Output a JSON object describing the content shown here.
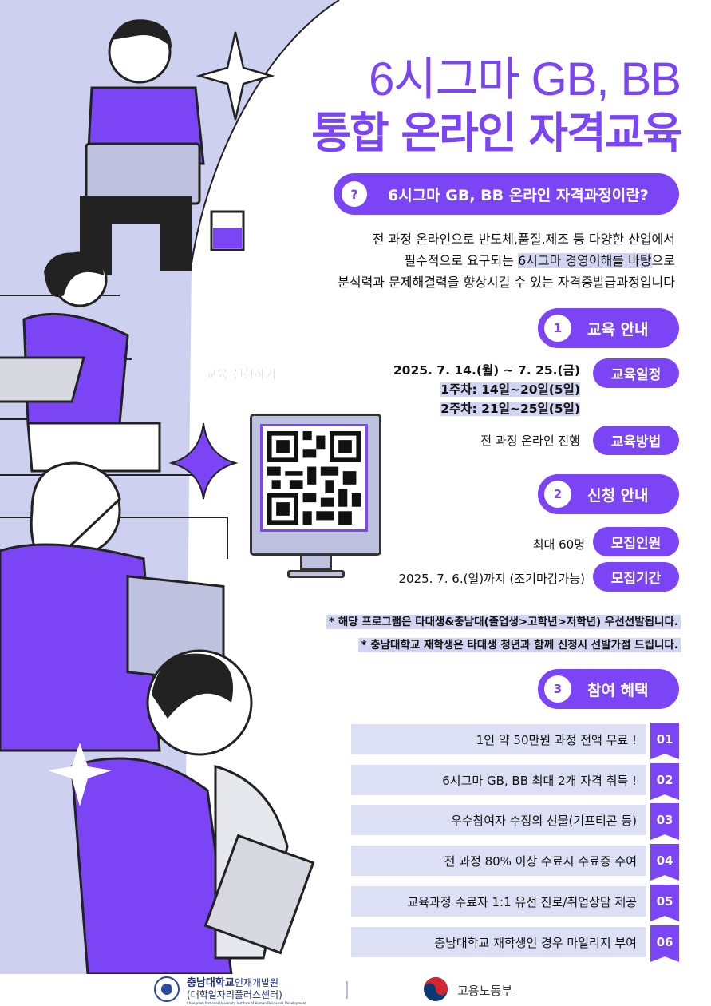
{
  "title": {
    "line1": "6시그마 GB, BB",
    "line2": "통합 온라인 자격교육"
  },
  "intro": {
    "badge_icon": "?",
    "heading": "6시그마 GB, BB 온라인 자격과정이란?",
    "line1": "전 과정 온라인으로 반도체,품질,제조 등 다양한 산업에서",
    "line2_pre": "필수적으로 요구되는 ",
    "line2_hl": "6시그마 경영이해를 바탕",
    "line2_post": "으로",
    "line3": "분석력과 문제해결력을 향상시킬 수 있는 자격증발급과정입니다"
  },
  "qr": {
    "label": "교육 신청하기"
  },
  "section1": {
    "number": "1",
    "title": "교육 안내",
    "schedule": {
      "tag": "교육일정",
      "line1": "2025. 7. 14.(월) ~ 7. 25.(금)",
      "line2": "1주차: 14일~20일(5일)",
      "line3": "2주차: 21일~25일(5일)"
    },
    "method": {
      "tag": "교육방법",
      "text": "전 과정 온라인 진행"
    }
  },
  "section2": {
    "number": "2",
    "title": "신청 안내",
    "capacity": {
      "tag": "모집인원",
      "text": "최대 60명"
    },
    "period": {
      "tag": "모집기간",
      "text": "2025. 7. 6.(일)까지 (조기마감가능)"
    }
  },
  "notes": [
    "* 해당 프로그램은 타대생&충남대(졸업생>고학년>저학년) 우선선발됩니다.",
    "* 충남대학교 재학생은 타대생 청년과 함께 신청시 선발가점 드립니다."
  ],
  "section3": {
    "number": "3",
    "title": "참여 혜택",
    "items": [
      {
        "num": "01",
        "text": "1인 약 50만원 과정 전액 무료 !"
      },
      {
        "num": "02",
        "text": "6시그마 GB, BB 최대 2개 자격 취득 !"
      },
      {
        "num": "03",
        "text": "우수참여자 수정의 선물(기프티콘 등)"
      },
      {
        "num": "04",
        "text": "전 과정 80% 이상 수료시 수료증 수여"
      },
      {
        "num": "05",
        "text": "교육과정 수료자 1:1 유선 진로/취업상담 제공"
      },
      {
        "num": "06",
        "text": "충남대학교 재학생인 경우 마일리지 부여"
      }
    ]
  },
  "footer": {
    "univ_name": "충남대학교",
    "univ_dept": "인재개발원",
    "univ_sub": "(대학일자리플러스센터)",
    "univ_eng": "Chungnam National University Institute of Human Resources Development",
    "ministry": "고용노동부"
  },
  "colors": {
    "accent": "#7b45f5",
    "highlight": "#d2d5f1",
    "background_shape": "#cdd0ef"
  }
}
